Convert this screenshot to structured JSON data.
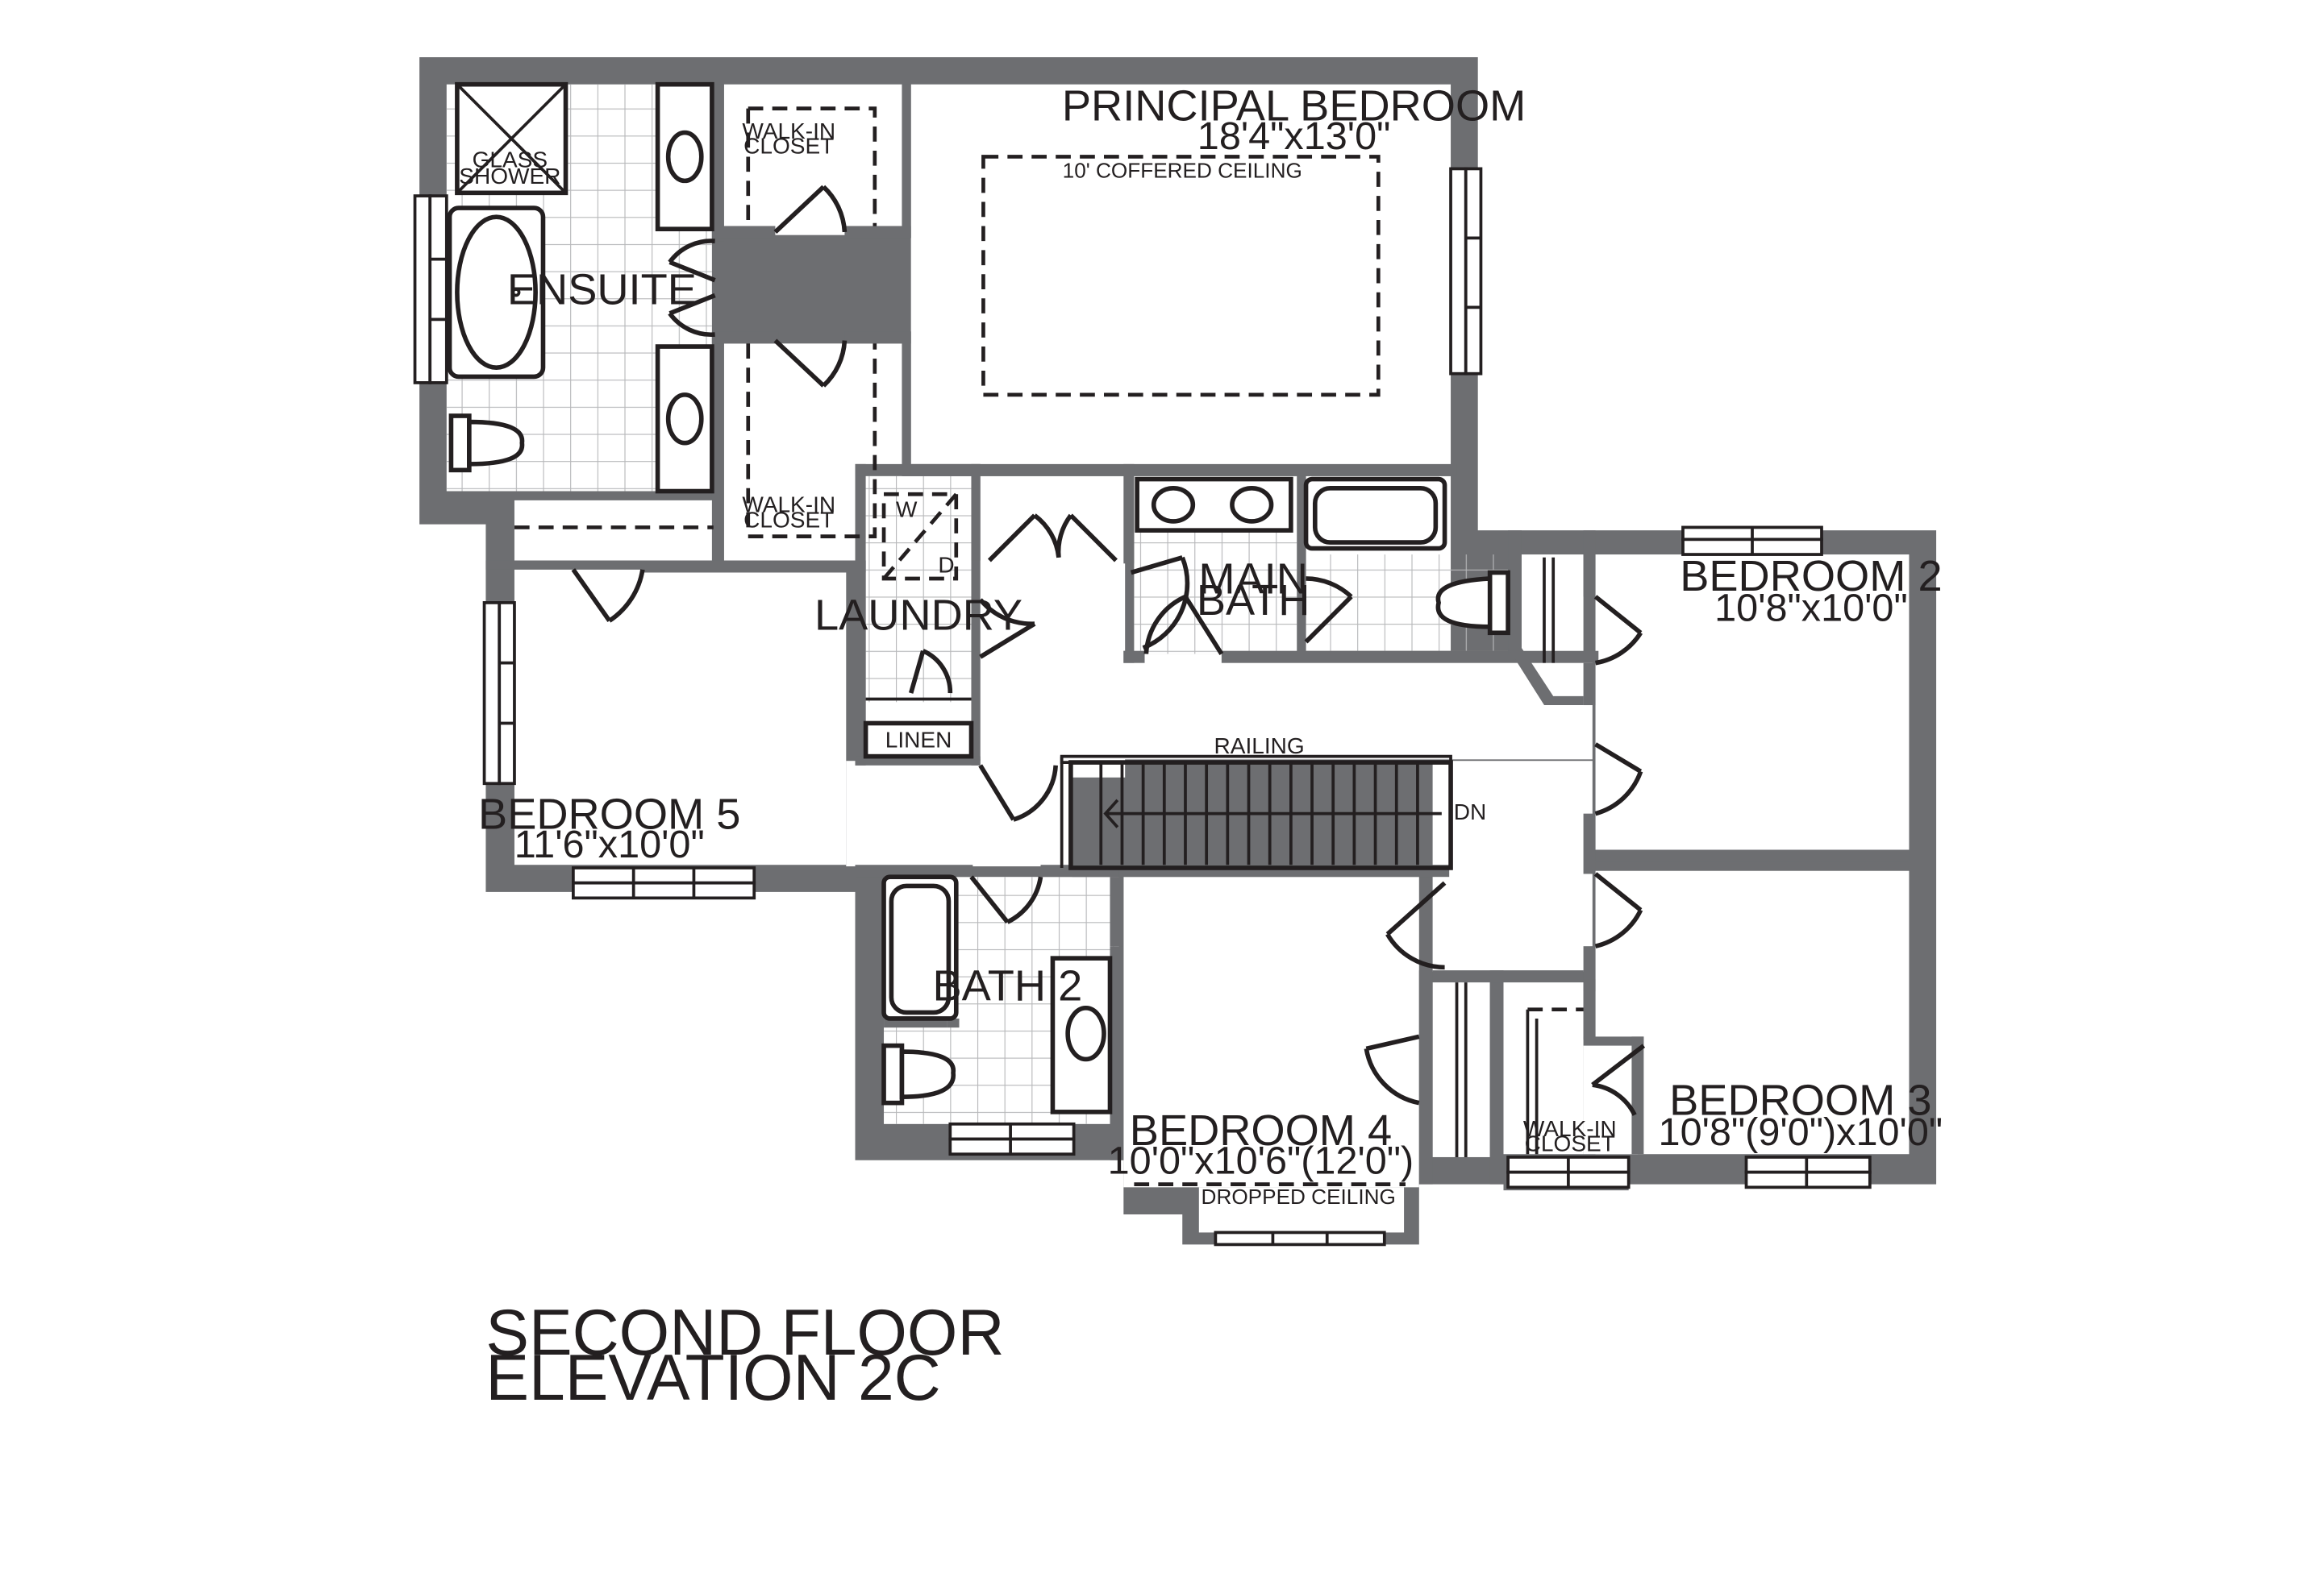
{
  "rooms": {
    "principal_bedroom": {
      "name": "PRINCIPAL BEDROOM",
      "size": "18'4\"x13'0\""
    },
    "coffered_ceiling": "10' COFFERED CEILING",
    "ensuite": "ENSUITE",
    "glass_shower": [
      "GLASS",
      "SHOWER"
    ],
    "walk_in_closet_1": [
      "WALK-IN",
      "CLOSET"
    ],
    "walk_in_closet_2": [
      "WALK-IN",
      "CLOSET"
    ],
    "walk_in_closet_3": [
      "WALK-IN",
      "CLOSET"
    ],
    "laundry": "LAUNDRY",
    "washer": "W",
    "dryer": "D",
    "linen": "LINEN",
    "main_bath": [
      "MAIN",
      "BATH"
    ],
    "bedroom_2": {
      "name": "BEDROOM 2",
      "size": "10'8\"x10'0\""
    },
    "bedroom_3": {
      "name": "BEDROOM 3",
      "size": "10'8\"(9'0\")x10'0\""
    },
    "bedroom_4": {
      "name": "BEDROOM 4",
      "size": "10'0\"x10'6\"(12'0\")"
    },
    "bedroom_5": {
      "name": "BEDROOM 5",
      "size": "11'6\"x10'0\""
    },
    "bath_2": "BATH 2",
    "railing": "RAILING",
    "stair_down": "DN",
    "dropped_ceiling": "DROPPED CEILING"
  },
  "caption": {
    "line1": "SECOND FLOOR",
    "line2": "ELEVATION 2C"
  },
  "colors": {
    "wall": "#6d6e71",
    "line": "#231f20",
    "tile": "#b7b8ba"
  }
}
